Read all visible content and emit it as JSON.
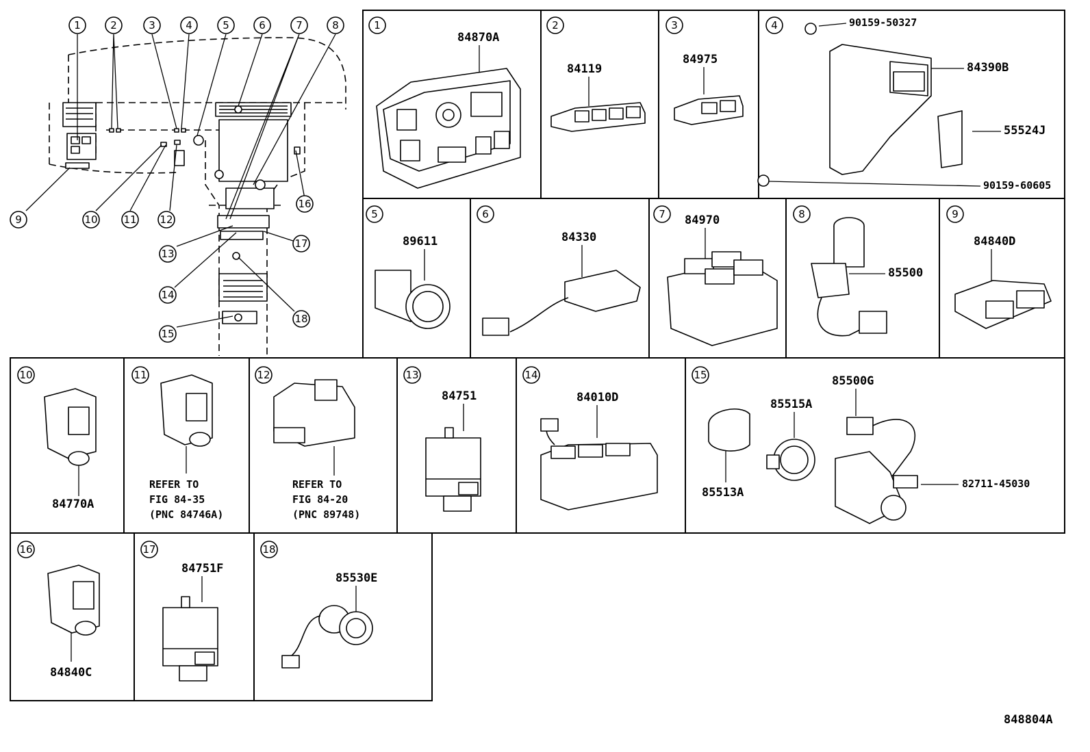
{
  "diagram": {
    "overview_callouts": [
      "1",
      "2",
      "3",
      "4",
      "5",
      "6",
      "7",
      "8",
      "9",
      "10",
      "11",
      "12",
      "13",
      "14",
      "15",
      "16",
      "17",
      "18"
    ],
    "panels": [
      {
        "num": "1",
        "parts": [
          "84870A"
        ]
      },
      {
        "num": "2",
        "parts": [
          "84119"
        ]
      },
      {
        "num": "3",
        "parts": [
          "84975"
        ]
      },
      {
        "num": "4",
        "parts": [
          "90159-50327",
          "84390B",
          "55524J",
          "90159-60605"
        ]
      },
      {
        "num": "5",
        "parts": [
          "89611"
        ]
      },
      {
        "num": "6",
        "parts": [
          "84330"
        ]
      },
      {
        "num": "7",
        "parts": [
          "84970"
        ]
      },
      {
        "num": "8",
        "parts": [
          "85500"
        ]
      },
      {
        "num": "9",
        "parts": [
          "84840D"
        ]
      },
      {
        "num": "10",
        "parts": [
          "84770A"
        ]
      },
      {
        "num": "11",
        "parts": [],
        "refer": [
          "REFER TO",
          "FIG 84-35",
          "(PNC 84746A)"
        ]
      },
      {
        "num": "12",
        "parts": [],
        "refer": [
          "REFER TO",
          "FIG 84-20",
          "(PNC 89748)"
        ]
      },
      {
        "num": "13",
        "parts": [
          "84751"
        ]
      },
      {
        "num": "14",
        "parts": [
          "84010D"
        ]
      },
      {
        "num": "15",
        "parts": [
          "85500G",
          "85515A",
          "85513A",
          "82711-45030"
        ]
      },
      {
        "num": "16",
        "parts": [
          "84840C"
        ]
      },
      {
        "num": "17",
        "parts": [
          "84751F"
        ]
      },
      {
        "num": "18",
        "parts": [
          "85530E"
        ]
      }
    ],
    "figure_id": "848804A"
  }
}
